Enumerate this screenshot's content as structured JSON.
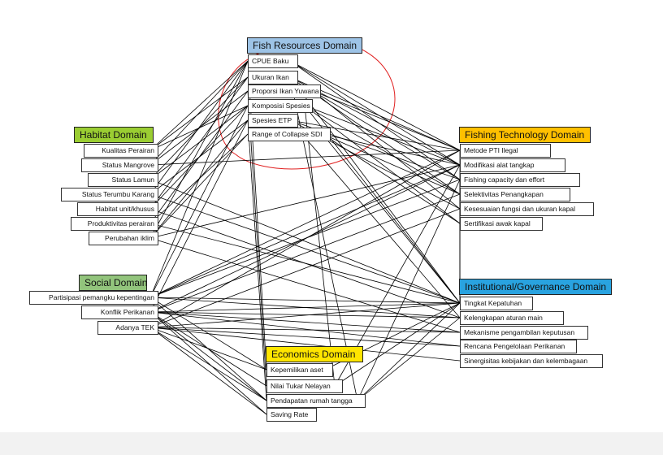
{
  "colors": {
    "fish_header": "#9dc3e6",
    "habitat_header": "#9acd32",
    "technology_header": "#ffc000",
    "social_header": "#92c47c",
    "institutional_header": "#29a3e0",
    "economics_header": "#ffe500",
    "highlight_ring": "#e02020",
    "connector": "#000000"
  },
  "domains": {
    "fish": {
      "title": "Fish Resources Domain",
      "items": [
        "CPUE Baku",
        "Ukuran Ikan",
        "Proporsi Ikan Yuwana",
        "Komposisi Spesies",
        "Spesies ETP",
        "Range of Collapse SDI"
      ]
    },
    "habitat": {
      "title": "Habitat Domain",
      "items": [
        "Kualitas Perairan",
        "Status Mangrove",
        "Status Lamun",
        "Status Terumbu Karang",
        "Habitat unit/khusus",
        "Produktivitas perairan",
        "Perubahan iklim"
      ]
    },
    "technology": {
      "title": "Fishing Technology Domain",
      "items": [
        "Metode PTI Ilegal",
        "Modifikasi alat tangkap",
        "Fishing capacity dan effort",
        "Selektivitas Penangkapan",
        "Kesesuaian fungsi dan ukuran kapal",
        "Sertifikasi awak kapal"
      ]
    },
    "social": {
      "title": "Social Domain",
      "items": [
        "Partisipasi pemangku kepentingan",
        "Konflik Perikanan",
        "Adanya TEK"
      ]
    },
    "institutional": {
      "title": "Institutional/Governance Domain",
      "items": [
        "Tingkat Kepatuhan",
        "Kelengkapan aturan main",
        "Mekanisme pengambilan keputusan",
        "Rencana Pengelolaan Perikanan",
        "Sinergisitas kebijakan dan kelembagaan"
      ]
    },
    "economics": {
      "title": "Economics Domain",
      "items": [
        "Kepemilikan aset",
        "Nilai Tukar Nelayan",
        "Pendapatan rumah tangga",
        "Saving Rate"
      ]
    }
  }
}
